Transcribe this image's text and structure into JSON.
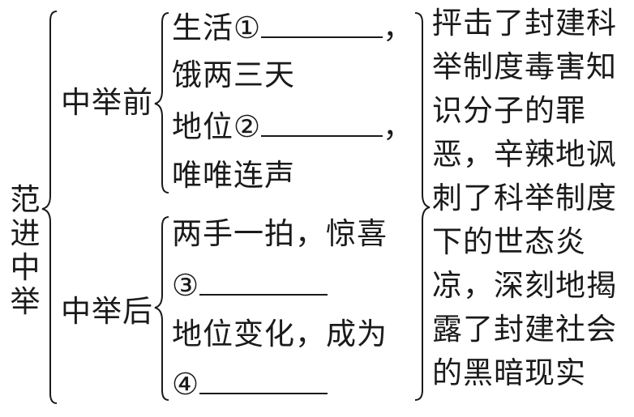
{
  "title": "范进中举",
  "branches": [
    {
      "label": "中举前",
      "items": [
        {
          "text": "生活①",
          "blank": true,
          "tail": "，"
        },
        {
          "text": "饿两三天",
          "blank": false,
          "tail": ""
        },
        {
          "text": "地位②",
          "blank": true,
          "tail": "，"
        },
        {
          "text": "唯唯连声",
          "blank": false,
          "tail": ""
        }
      ]
    },
    {
      "label": "中举后",
      "items": [
        {
          "text": "两手一拍，惊喜",
          "blank": false,
          "tail": ""
        },
        {
          "text": "③",
          "blank": true,
          "tail": ""
        },
        {
          "text": "地位变化，成为",
          "blank": false,
          "tail": ""
        },
        {
          "text": "④",
          "blank": true,
          "tail": ""
        }
      ]
    }
  ],
  "summary": "抨击了封建科举制度毒害知识分子的罪恶，辛辣地讽刺了科举制度下的世态炎凉，深刻地揭露了封建社会的黑暗现实"
}
